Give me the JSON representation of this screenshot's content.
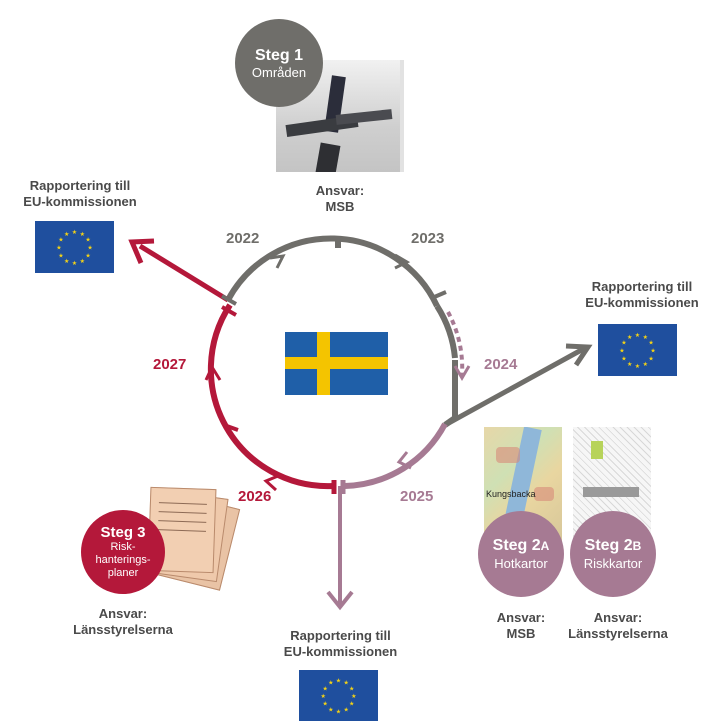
{
  "steg1": {
    "title": "Steg 1",
    "subtitle": "Områden",
    "resp_label": "Ansvar:",
    "resp_name": "MSB"
  },
  "steg2a": {
    "title": "Steg 2",
    "title_sub": "A",
    "subtitle": "Hotkartor",
    "resp_label": "Ansvar:",
    "resp_name": "MSB",
    "map_text": "Kungsbacka"
  },
  "steg2b": {
    "title": "Steg 2",
    "title_sub": "B",
    "subtitle": "Riskkartor",
    "resp_label": "Ansvar:",
    "resp_name": "Länsstyrelserna"
  },
  "steg3": {
    "title": "Steg 3",
    "line1": "Risk-",
    "line2": "hanterings-",
    "line3": "planer",
    "resp_label": "Ansvar:",
    "resp_name": "Länsstyrelserna"
  },
  "reporting": {
    "left": {
      "line1": "Rapportering till",
      "line2": "EU-kommissionen"
    },
    "right": {
      "line1": "Rapportering till",
      "line2": "EU-kommissionen"
    },
    "bottom": {
      "line1": "Rapportering till",
      "line2": "EU-kommissionen"
    }
  },
  "years": [
    "2022",
    "2023",
    "2024",
    "2025",
    "2026",
    "2027"
  ],
  "colors": {
    "gray": "#6f6e6a",
    "mauve": "#a67a93",
    "red": "#b4183a",
    "text": "#4a4a4a",
    "eu_blue": "#1f4f9e",
    "eu_star": "#f5d315",
    "se_blue": "#1f5fa8",
    "se_yellow": "#f4c400"
  }
}
